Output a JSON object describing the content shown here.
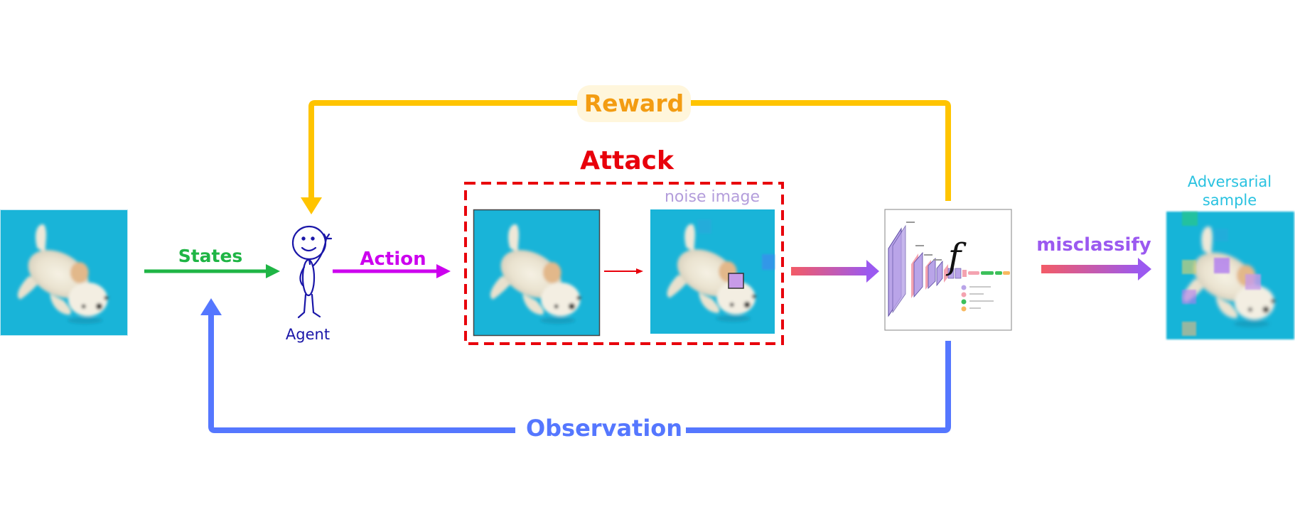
{
  "labels": {
    "reward": "Reward",
    "attack": "Attack",
    "noise_image": "noise image",
    "states": "States",
    "action": "Action",
    "agent": "Agent",
    "misclassify": "misclassify",
    "adversarial_line1": "Adversarial",
    "adversarial_line2": "sample",
    "observation": "Observation",
    "model_symbol": "f"
  },
  "colors": {
    "reward": "#FFC400",
    "reward_text": "#F39C12",
    "attack": "#E8000B",
    "noise_image": "#B39DDB",
    "states": "#1FB545",
    "action": "#CC00EE",
    "agent": "#1A16A8",
    "observation": "#5577FF",
    "misclassify": "#9B59F0",
    "gradient_start": "#F35B66",
    "gradient_end": "#9B59F0",
    "adversarial": "#29C2E0",
    "image_bg": "#19B4D8"
  },
  "icons": {
    "agent": "stick-figure-icon",
    "input_image": "dog-image",
    "model": "cnn-architecture-diagram"
  }
}
